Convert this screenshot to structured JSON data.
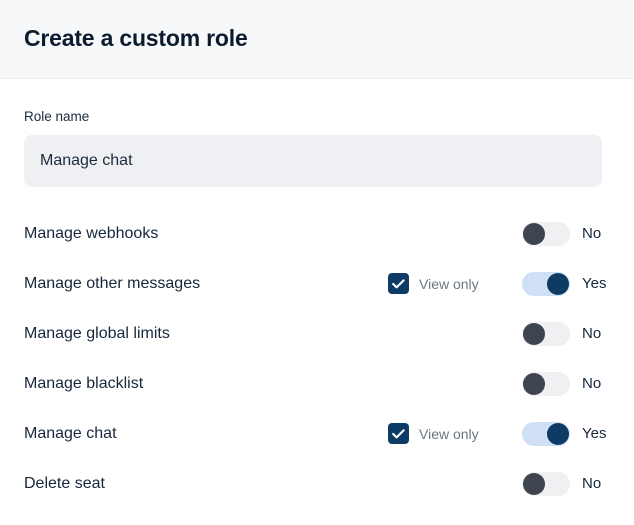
{
  "header": {
    "title": "Create a custom role"
  },
  "form": {
    "role_name": {
      "label": "Role name",
      "value": "Manage chat",
      "placeholder": "Role name"
    }
  },
  "permissions": {
    "view_only_label": "View only",
    "toggle_on_label": "Yes",
    "toggle_off_label": "No",
    "rows": [
      {
        "label": "Manage webhooks",
        "has_view_only": false,
        "view_only_label": "",
        "view_only_checked": false,
        "enabled": false,
        "toggle_label": "No"
      },
      {
        "label": "Manage other messages",
        "has_view_only": true,
        "view_only_label": "View only",
        "view_only_checked": true,
        "enabled": true,
        "toggle_label": "Yes"
      },
      {
        "label": "Manage global limits",
        "has_view_only": false,
        "view_only_label": "",
        "view_only_checked": false,
        "enabled": false,
        "toggle_label": "No"
      },
      {
        "label": "Manage blacklist",
        "has_view_only": false,
        "view_only_label": "",
        "view_only_checked": false,
        "enabled": false,
        "toggle_label": "No"
      },
      {
        "label": "Manage chat",
        "has_view_only": true,
        "view_only_label": "View only",
        "view_only_checked": true,
        "enabled": true,
        "toggle_label": "Yes"
      },
      {
        "label": "Delete seat",
        "has_view_only": false,
        "view_only_label": "",
        "view_only_checked": false,
        "enabled": false,
        "toggle_label": "No"
      }
    ]
  },
  "colors": {
    "header_bg": "#f7f8fa",
    "text_primary": "#0d1b2e",
    "input_bg": "#eef0f3",
    "accent_navy": "#0d3b66",
    "toggle_on_track": "#cfe0f4",
    "toggle_off_track": "#f0f0f3",
    "toggle_off_knob": "#3e4450",
    "muted_text": "#6d7682"
  }
}
